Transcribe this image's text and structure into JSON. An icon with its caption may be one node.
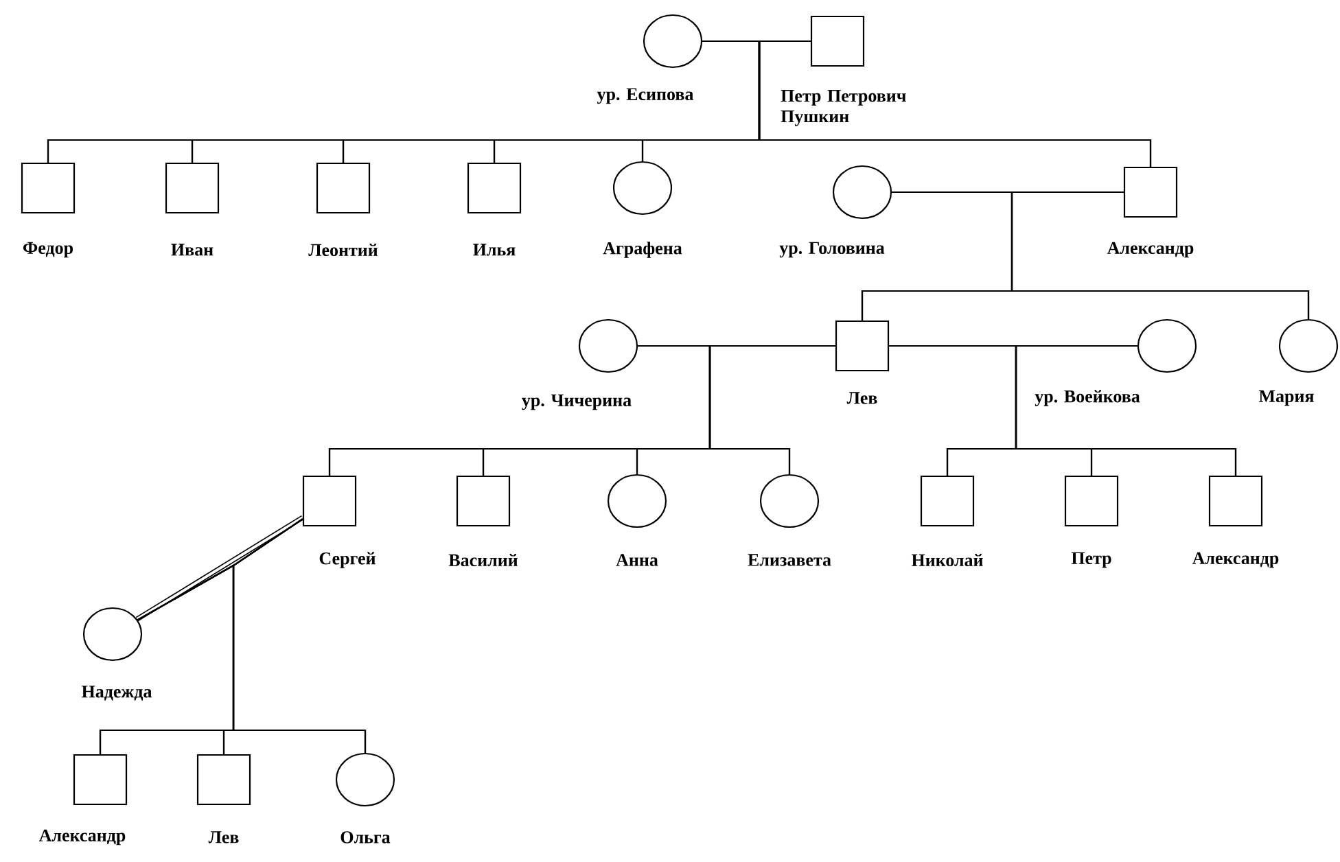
{
  "diagram": {
    "nodes": [
      {
        "text": [],
        "shape": "circle",
        "beside": [
          "ур. Есипова"
        ]
      },
      {
        "text": [],
        "shape": "box",
        "beside": [
          "Петр Петрович Пушкин"
        ]
      },
      {
        "text": [],
        "shape": "box",
        "beside": [
          "Федор"
        ]
      },
      {
        "text": [],
        "shape": "box",
        "beside": [
          "Иван"
        ]
      },
      {
        "text": [],
        "shape": "box",
        "beside": [
          "Леонтий"
        ]
      },
      {
        "text": [],
        "shape": "box",
        "beside": [
          "Илья"
        ]
      },
      {
        "text": [],
        "shape": "circle",
        "beside": [
          "Аграфена"
        ]
      },
      {
        "text": [],
        "shape": "circle",
        "beside": [
          "ур. Головина"
        ]
      },
      {
        "text": [],
        "shape": "box",
        "beside": [
          "Александр"
        ]
      },
      {
        "text": [],
        "shape": "circle",
        "beside": [
          "ур. Чичерина"
        ]
      },
      {
        "text": [],
        "shape": "box",
        "beside": [
          "Лев"
        ]
      },
      {
        "text": [],
        "shape": "circle",
        "beside": [
          "ур. Воейкова"
        ]
      },
      {
        "text": [],
        "shape": "circle",
        "beside": [
          "Мария"
        ]
      },
      {
        "text": [],
        "shape": "box",
        "beside": [
          "Сергей"
        ]
      },
      {
        "text": [],
        "shape": "box",
        "beside": [
          "Василий"
        ]
      },
      {
        "text": [],
        "shape": "circle",
        "beside": [
          "Анна"
        ]
      },
      {
        "text": [],
        "shape": "circle",
        "beside": [
          "Елизавета"
        ]
      },
      {
        "text": [],
        "shape": "box",
        "beside": [
          "Николай"
        ]
      },
      {
        "text": [],
        "shape": "box",
        "beside": [
          "Петр"
        ]
      },
      {
        "text": [],
        "shape": "box",
        "beside": [
          "Александр"
        ]
      },
      {
        "text": [],
        "shape": "circle",
        "beside": [
          "Надежда"
        ]
      },
      {
        "text": [],
        "shape": "box",
        "beside": [
          "Александр"
        ]
      },
      {
        "text": [],
        "shape": "box",
        "beside": [
          "Лев"
        ]
      },
      {
        "text": [],
        "shape": "circle",
        "beside": [
          "Ольга"
        ]
      }
    ],
    "edges": [
      {
        "from": 0,
        "to": 1,
        "arrow": "none"
      },
      {
        "from": 0,
        "to": 2,
        "arrow": "none"
      },
      {
        "from": 1,
        "to": 2,
        "arrow": "none"
      },
      {
        "from": 0,
        "to": 3,
        "arrow": "none"
      },
      {
        "from": 1,
        "to": 3,
        "arrow": "none"
      },
      {
        "from": 0,
        "to": 4,
        "arrow": "none"
      },
      {
        "from": 1,
        "to": 4,
        "arrow": "none"
      },
      {
        "from": 0,
        "to": 5,
        "arrow": "none"
      },
      {
        "from": 1,
        "to": 5,
        "arrow": "none"
      },
      {
        "from": 0,
        "to": 6,
        "arrow": "none"
      },
      {
        "from": 1,
        "to": 6,
        "arrow": "none"
      },
      {
        "from": 0,
        "to": 8,
        "arrow": "none"
      },
      {
        "from": 1,
        "to": 8,
        "arrow": "none"
      },
      {
        "from": 7,
        "to": 8,
        "arrow": "none"
      },
      {
        "from": 7,
        "to": 10,
        "arrow": "none"
      },
      {
        "from": 8,
        "to": 10,
        "arrow": "none"
      },
      {
        "from": 7,
        "to": 12,
        "arrow": "none"
      },
      {
        "from": 8,
        "to": 12,
        "arrow": "none"
      },
      {
        "from": 9,
        "to": 10,
        "arrow": "none"
      },
      {
        "from": 10,
        "to": 11,
        "arrow": "none"
      },
      {
        "from": 9,
        "to": 13,
        "arrow": "none"
      },
      {
        "from": 10,
        "to": 13,
        "arrow": "none"
      },
      {
        "from": 9,
        "to": 14,
        "arrow": "none"
      },
      {
        "from": 10,
        "to": 14,
        "arrow": "none"
      },
      {
        "from": 9,
        "to": 15,
        "arrow": "none"
      },
      {
        "from": 10,
        "to": 15,
        "arrow": "none"
      },
      {
        "from": 9,
        "to": 16,
        "arrow": "none"
      },
      {
        "from": 10,
        "to": 16,
        "arrow": "none"
      },
      {
        "from": 10,
        "to": 17,
        "arrow": "none"
      },
      {
        "from": 11,
        "to": 17,
        "arrow": "none"
      },
      {
        "from": 10,
        "to": 18,
        "arrow": "none"
      },
      {
        "from": 11,
        "to": 18,
        "arrow": "none"
      },
      {
        "from": 10,
        "to": 19,
        "arrow": "none"
      },
      {
        "from": 11,
        "to": 19,
        "arrow": "none"
      },
      {
        "from": 13,
        "to": 20,
        "arrow": "none",
        "style": "thick"
      },
      {
        "from": 13,
        "to": 21,
        "arrow": "none"
      },
      {
        "from": 20,
        "to": 21,
        "arrow": "none"
      },
      {
        "from": 13,
        "to": 22,
        "arrow": "none"
      },
      {
        "from": 20,
        "to": 22,
        "arrow": "none"
      },
      {
        "from": 13,
        "to": 23,
        "arrow": "none"
      },
      {
        "from": 20,
        "to": 23,
        "arrow": "none"
      }
    ]
  }
}
